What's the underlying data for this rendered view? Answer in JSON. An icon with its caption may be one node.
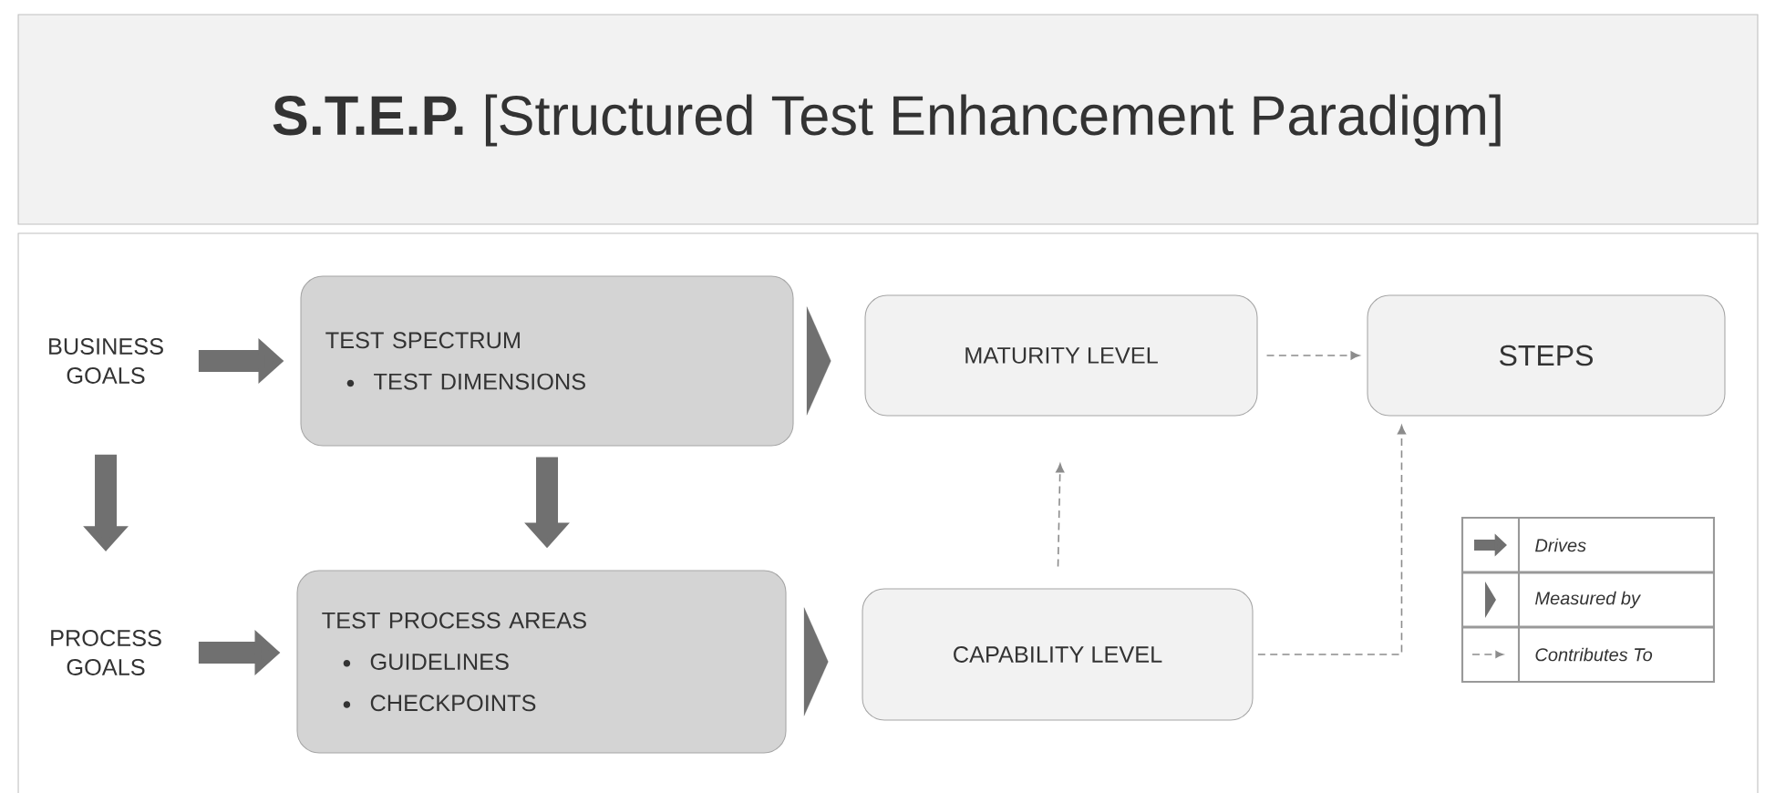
{
  "diagram": {
    "title": "**S.T.E.P.** [Structured Test Enhancement Paradigm]",
    "nodes": [
      {
        "text": [
          "BUSINESS GOALS"
        ]
      },
      {
        "text": [
          "TEST SPECTRUM",
          "TEST DIMENSIONS"
        ]
      },
      {
        "text": [
          "MATURITY LEVEL"
        ]
      },
      {
        "text": [
          "STEPS"
        ]
      },
      {
        "text": [
          "PROCESS GOALS"
        ]
      },
      {
        "text": [
          "TEST PROCESS AREAS",
          "GUIDELINES",
          "CHECKPOINTS"
        ]
      },
      {
        "text": [
          "CAPABILITY LEVEL"
        ]
      }
    ],
    "edges": [
      {
        "from": 0,
        "to": 1,
        "arrow": "to"
      },
      {
        "from": 0,
        "to": 4,
        "arrow": "to"
      },
      {
        "from": 1,
        "to": 5,
        "arrow": "to"
      },
      {
        "from": 4,
        "to": 5,
        "arrow": "to"
      },
      {
        "from": 1,
        "to": 2,
        "arrow": "to"
      },
      {
        "from": 5,
        "to": 6,
        "arrow": "to"
      },
      {
        "from": 2,
        "to": 3,
        "arrow": "to",
        "style": "dashed"
      },
      {
        "from": 6,
        "to": 2,
        "arrow": "to",
        "style": "dashed"
      },
      {
        "from": 6,
        "to": 3,
        "arrow": "to",
        "style": "dashed"
      }
    ],
    "legend": [
      {
        "text": "Drives"
      },
      {
        "text": "Measured by"
      },
      {
        "text": "Contributes To"
      }
    ]
  }
}
